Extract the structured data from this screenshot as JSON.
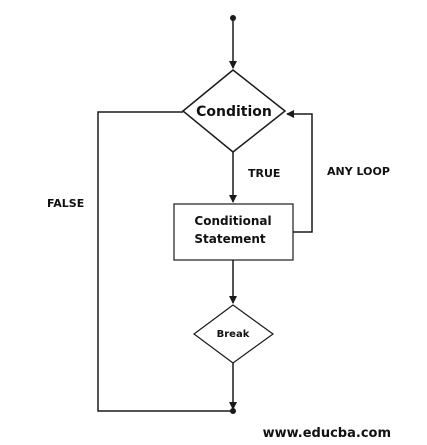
{
  "diagram": {
    "nodes": {
      "condition": "Condition",
      "statement_line1": "Conditional",
      "statement_line2": "Statement",
      "break": "Break"
    },
    "edge_labels": {
      "true": "TRUE",
      "false": "FALSE",
      "any_loop": "ANY LOOP"
    }
  },
  "footer": {
    "website": "www.educba.com"
  },
  "colors": {
    "stroke": "#1a1a1a",
    "background": "#ffffff"
  }
}
